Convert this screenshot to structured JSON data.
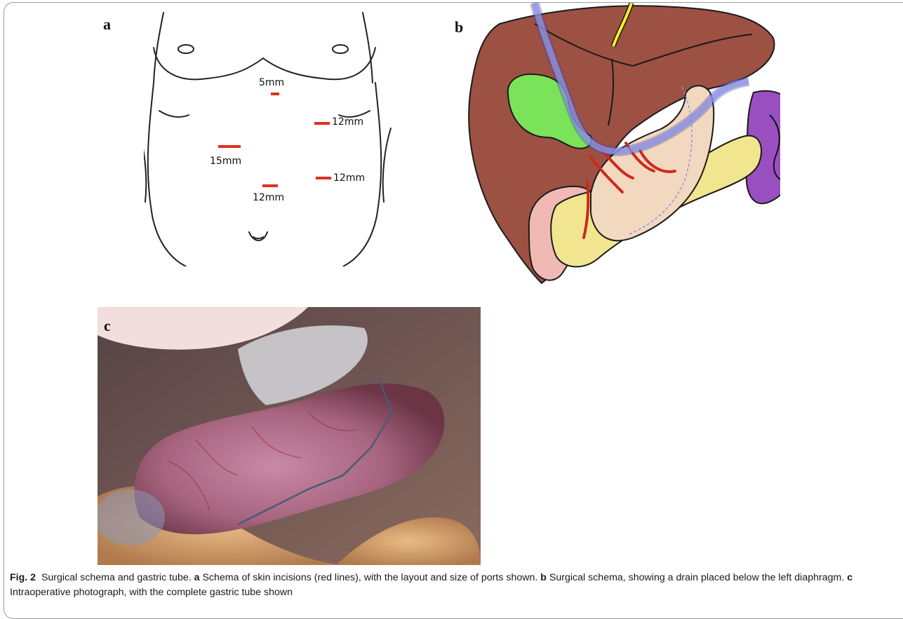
{
  "figure": {
    "panels": {
      "a": {
        "letter": "a",
        "incisions": [
          {
            "label": "5mm"
          },
          {
            "label": "12mm"
          },
          {
            "label": "15mm"
          },
          {
            "label": "12mm"
          },
          {
            "label": "12mm"
          }
        ]
      },
      "b": {
        "letter": "b"
      },
      "c": {
        "letter": "c"
      }
    },
    "caption": {
      "fig_label": "Fig. 2",
      "title": "Surgical schema and gastric tube.",
      "a_letter": "a",
      "a_text": "Schema of skin incisions (red lines), with the layout and size of ports shown.",
      "b_letter": "b",
      "b_text": "Surgical schema, showing a drain placed below the left diaphragm.",
      "c_letter": "c",
      "c_text": "Intraoperative photograph, with the complete gastric tube shown"
    }
  },
  "colors": {
    "incision": "#e0301e",
    "liver": "#9c5143",
    "gallbladder": "#7be35a",
    "spleen": "#9a4fc0",
    "pancreas": "#f1e68f",
    "stomach": "#f3d8c0",
    "duodenum": "#f0b9b4",
    "drain": "#8e95e6",
    "bile_duct": "#f4ee2a",
    "vessel": "#cc2a1c"
  }
}
